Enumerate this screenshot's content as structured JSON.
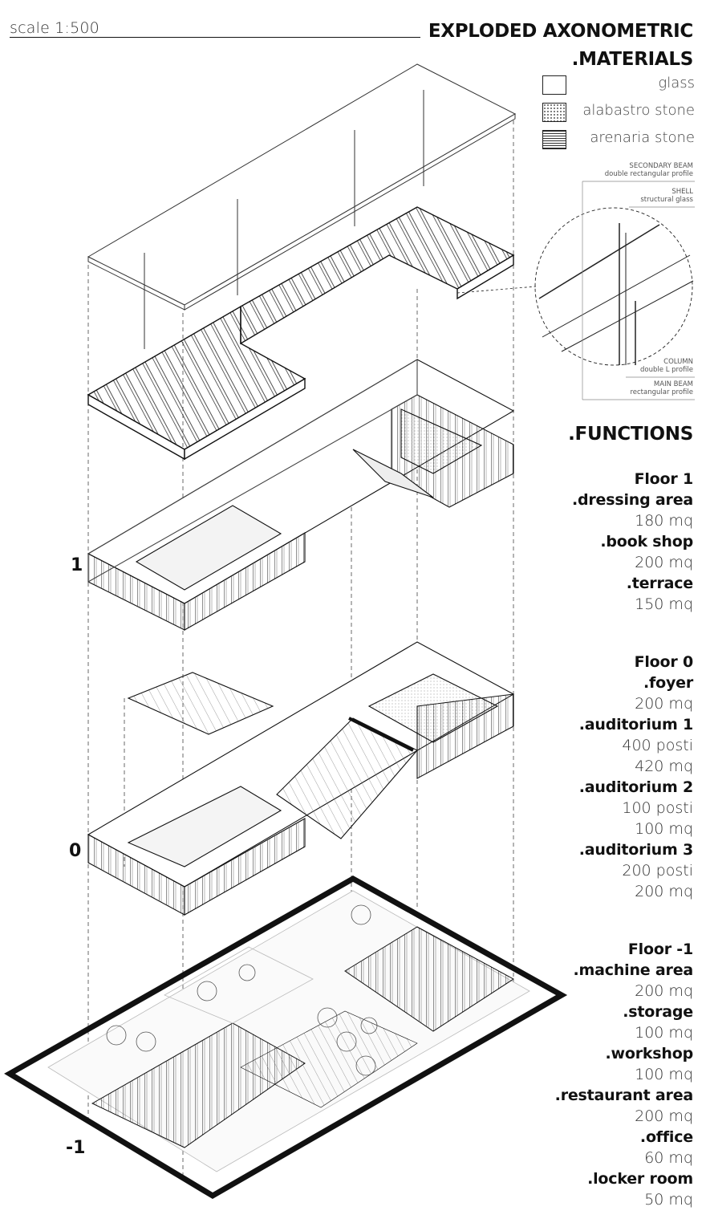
{
  "header": {
    "scale": "scale 1:500",
    "title": "EXPLODED AXONOMETRIC"
  },
  "materials": {
    "heading": ".MATERIALS",
    "items": [
      {
        "label": "glass",
        "pattern": "plain"
      },
      {
        "label": "alabastro stone",
        "pattern": "dots"
      },
      {
        "label": "arenaria stone",
        "pattern": "lines"
      }
    ]
  },
  "detail": {
    "secondary_beam": "SECONDARY BEAM",
    "secondary_beam_sub": "double rectangular profile",
    "shell": "SHELL",
    "shell_sub": "structural glass",
    "column": "COLUMN",
    "column_sub": "double L profile",
    "main_beam": "MAIN BEAM",
    "main_beam_sub": "rectangular profile"
  },
  "functions": {
    "heading": ".FUNCTIONS",
    "floor1": {
      "title": "Floor 1",
      "lines": [
        {
          "t": ".dressing area"
        },
        {
          "v": "180 mq"
        },
        {
          "t": ".book shop"
        },
        {
          "v": "200 mq"
        },
        {
          "t": ".terrace"
        },
        {
          "v": "150 mq"
        }
      ]
    },
    "floor0": {
      "title": "Floor 0",
      "lines": [
        {
          "t": ".foyer"
        },
        {
          "v": "200 mq"
        },
        {
          "t": ".auditorium 1"
        },
        {
          "v": "400 posti"
        },
        {
          "v": "420 mq"
        },
        {
          "t": ".auditorium 2"
        },
        {
          "v": "100 posti"
        },
        {
          "v": "100 mq"
        },
        {
          "t": ".auditorium 3"
        },
        {
          "v": "200 posti"
        },
        {
          "v": "200 mq"
        }
      ]
    },
    "floorm1": {
      "title": "Floor -1",
      "lines": [
        {
          "t": ".machine area"
        },
        {
          "v": "200 mq"
        },
        {
          "t": ".storage"
        },
        {
          "v": "100 mq"
        },
        {
          "t": ".workshop"
        },
        {
          "v": "100 mq"
        },
        {
          "t": ".restaurant area"
        },
        {
          "v": "200 mq"
        },
        {
          "t": ".office"
        },
        {
          "v": "60 mq"
        },
        {
          "t": ".locker room"
        },
        {
          "v": "50 mq"
        }
      ]
    }
  },
  "floor_labels": {
    "level1": "1",
    "level0": "0",
    "levelm1": "-1"
  }
}
